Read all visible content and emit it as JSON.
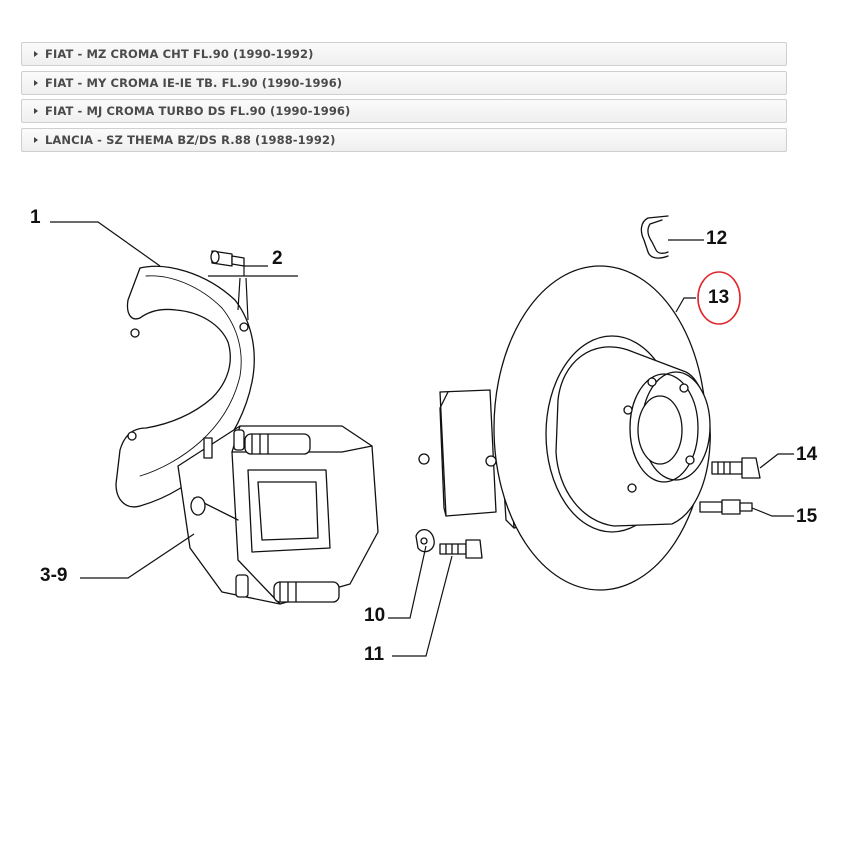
{
  "applications": [
    {
      "label": "FIAT - MZ CROMA CHT FL.90 (1990-1992)"
    },
    {
      "label": "FIAT - MY CROMA IE-IE TB. FL.90 (1990-1996)"
    },
    {
      "label": "FIAT - MJ CROMA TURBO DS FL.90 (1990-1996)"
    },
    {
      "label": "LANCIA - SZ THEMA BZ/DS R.88 (1988-1992)"
    }
  ],
  "diagram": {
    "callouts": {
      "p1": "1",
      "p2": "2",
      "p3_9": "3-9",
      "p10": "10",
      "p11": "11",
      "p12": "12",
      "p13": "13",
      "p14": "14",
      "p15": "15"
    },
    "highlighted_part": "13",
    "highlight_color": "#e0262c"
  }
}
